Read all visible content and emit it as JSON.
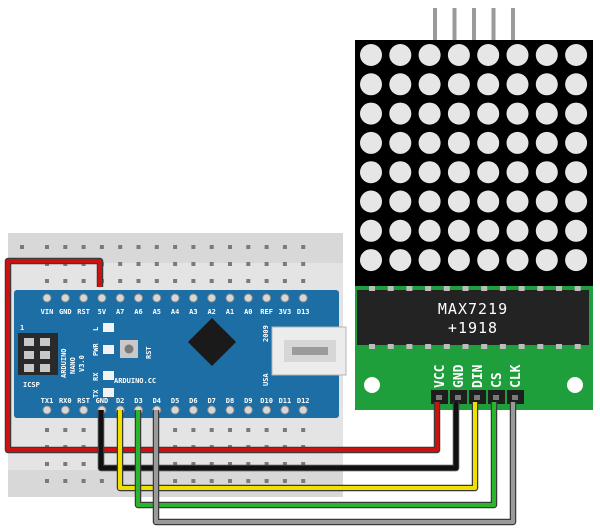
{
  "nano": {
    "top_pins": [
      "VIN",
      "GND",
      "RST",
      "5V",
      "A7",
      "A6",
      "A5",
      "A4",
      "A3",
      "A2",
      "A1",
      "A0",
      "REF",
      "3V3",
      "D13"
    ],
    "bottom_pins": [
      "TX1",
      "RX0",
      "RST",
      "GND",
      "D2",
      "D3",
      "D4",
      "D5",
      "D6",
      "D7",
      "D8",
      "D9",
      "D10",
      "D11",
      "D12"
    ],
    "name_lines": [
      "ARDUINO",
      "NANO",
      "V3.0"
    ],
    "website": "ARDUINO.CC",
    "year": "2009",
    "country": "USA",
    "icsp_label": "ICSP",
    "icsp_number": "1",
    "led_labels": [
      "L",
      "PWR",
      "RX",
      "TX"
    ],
    "reset_label": "RST"
  },
  "module": {
    "chip_name": "MAX7219",
    "chip_code": "+1918",
    "pins": [
      "VCC",
      "GND",
      "DIN",
      "CS",
      "CLK"
    ],
    "matrix_rows": 8,
    "matrix_cols": 8
  },
  "wires": [
    {
      "from": "5V",
      "to": "VCC",
      "color": "#cc1111"
    },
    {
      "from": "GND",
      "to": "GND",
      "color": "#111111"
    },
    {
      "from": "D2",
      "to": "DIN",
      "color": "#f0e000"
    },
    {
      "from": "D3",
      "to": "CS",
      "color": "#2bb52b"
    },
    {
      "from": "D4",
      "to": "CLK",
      "color": "#9a9a9a"
    }
  ],
  "colors": {
    "breadboard": "#e4e4e4",
    "nano_board": "#1c6ea4",
    "module_pcb": "#1f9f3c",
    "matrix_body": "#000000",
    "led_off": "#e6e6e6"
  }
}
